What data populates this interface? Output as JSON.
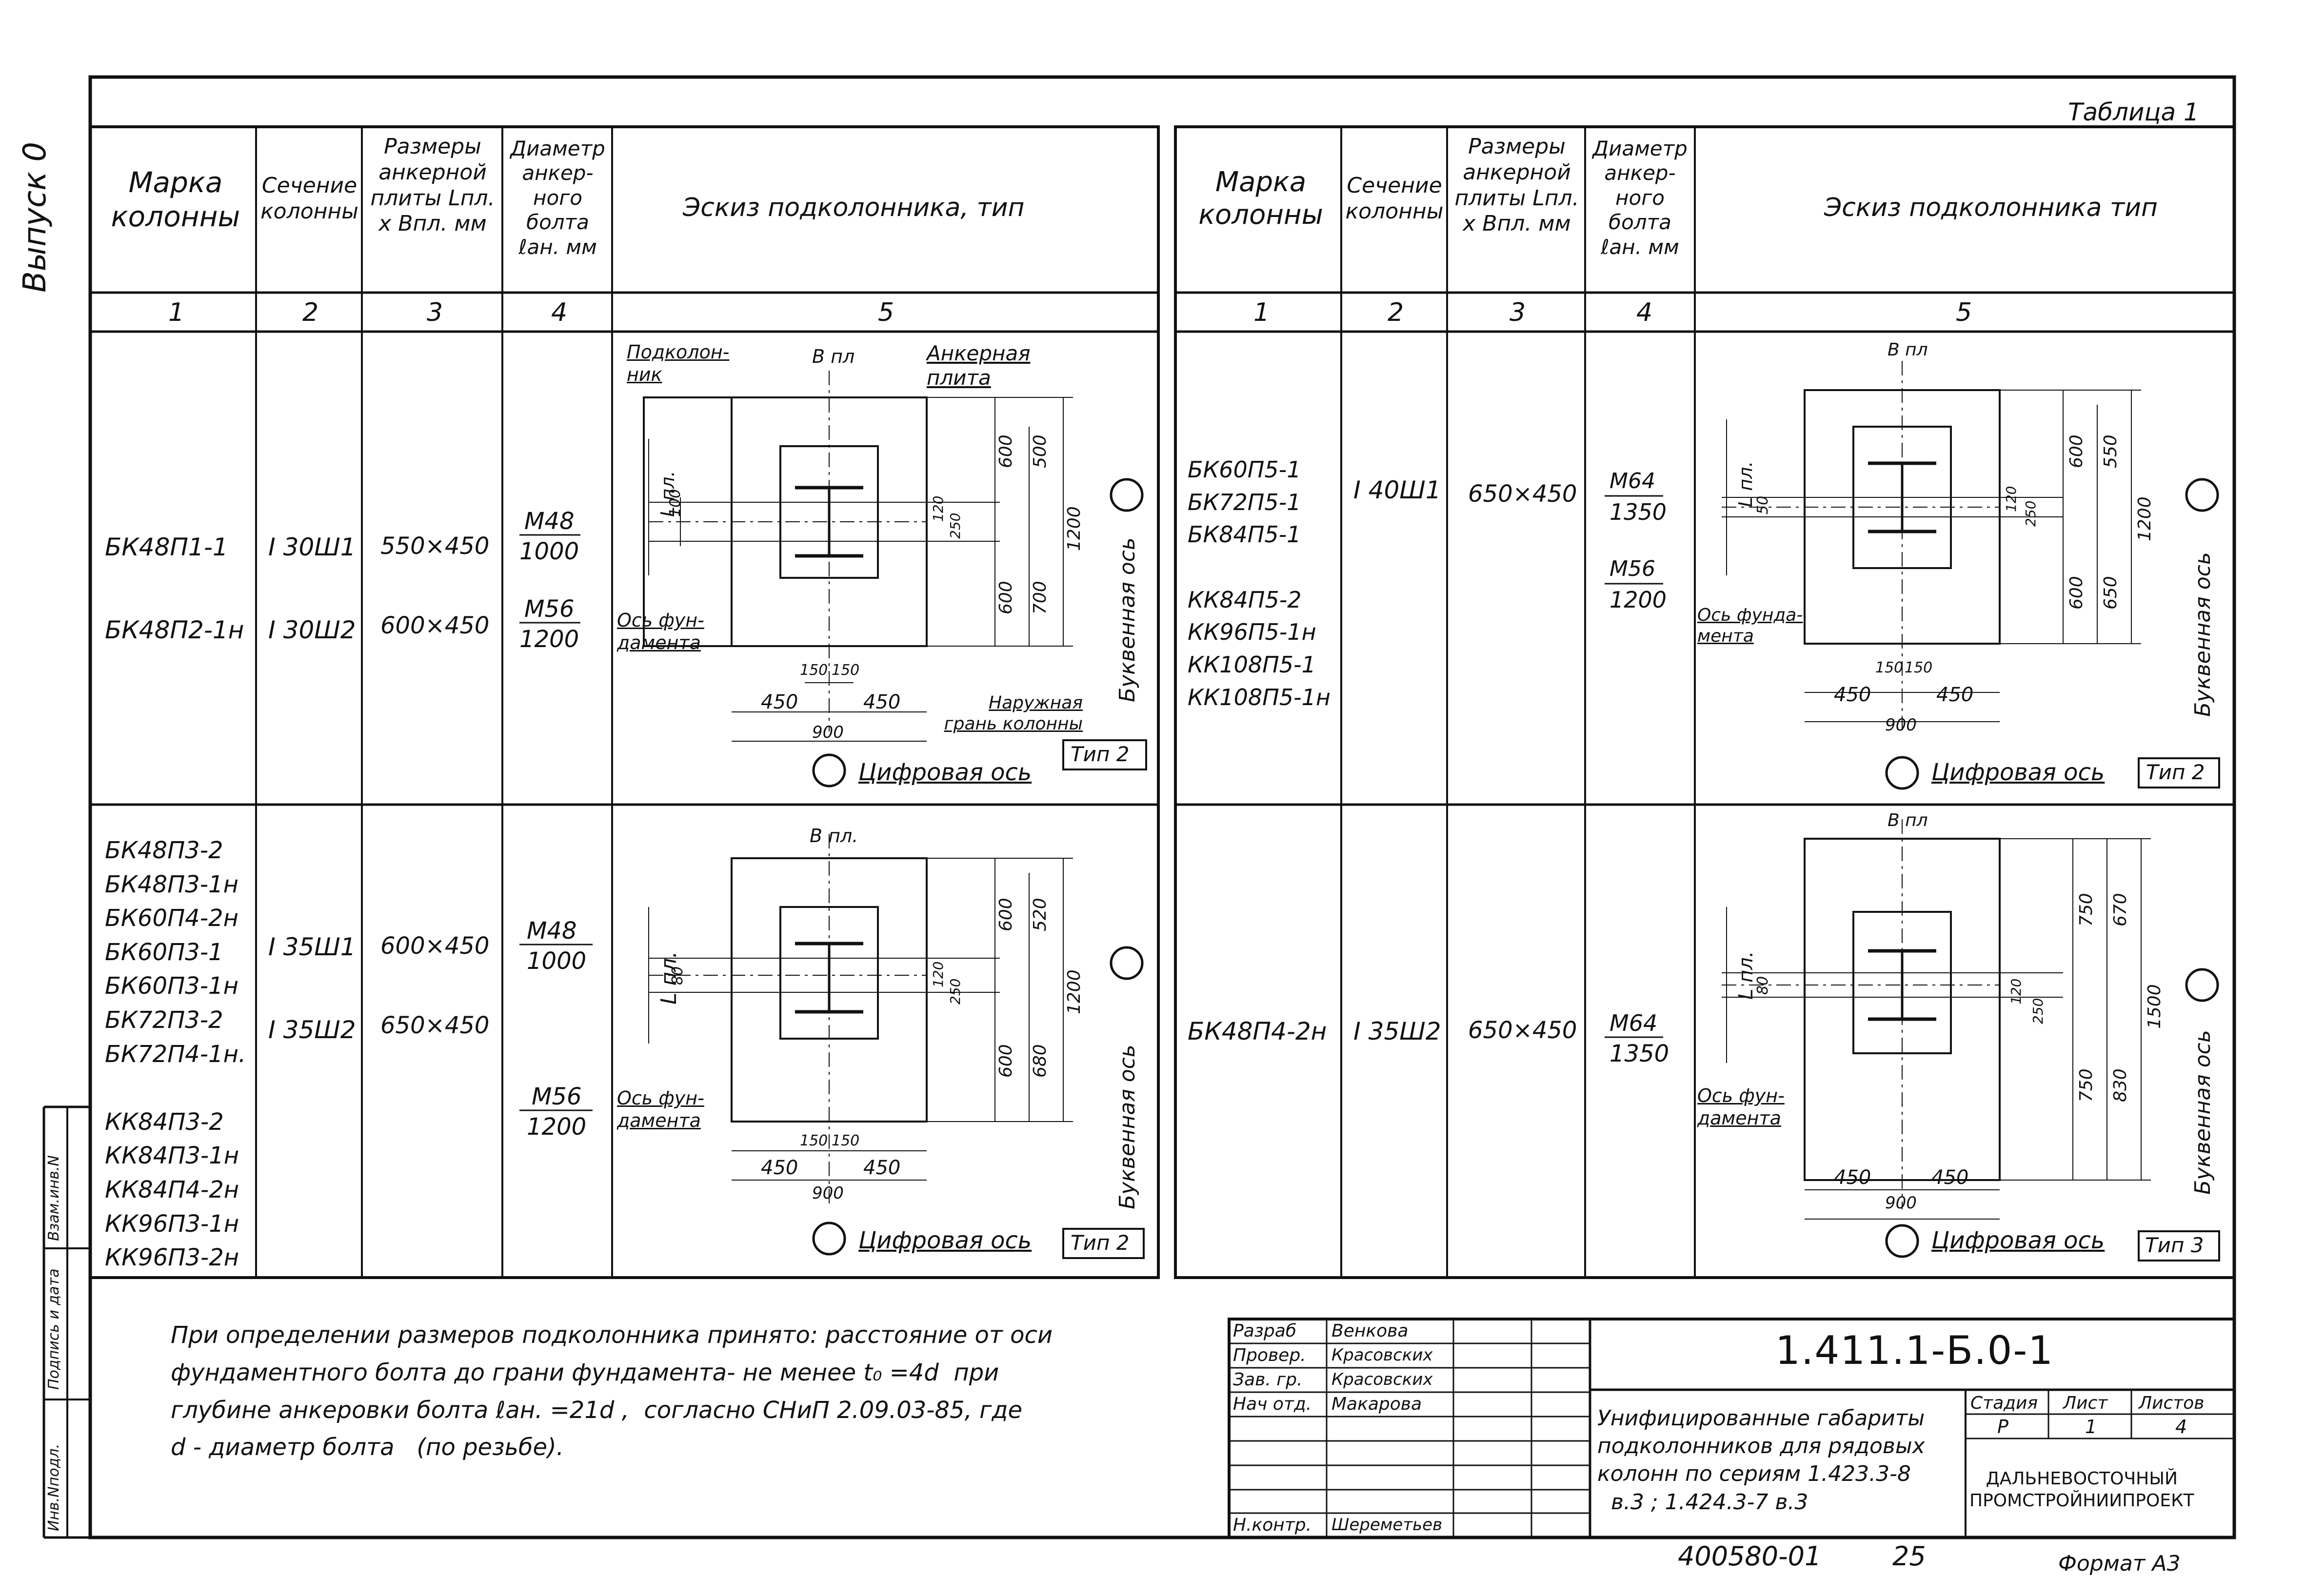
{
  "side": {
    "issue": "Выпуск 0",
    "stamp_labels": [
      "Инв.Nподл.",
      "Подпись и дата",
      "Взам.инв.N"
    ]
  },
  "table_title": "Таблица 1",
  "headers": {
    "col1": "Марка колонны",
    "col2": "Сечение колонны",
    "col3": "Размеры анкерной плиты Lпл. x Bпл. мм",
    "col4": "Диаметр анкер-ного болта ℓан. мм",
    "col5_left": "Эскиз подколонника, тип",
    "col5_right": "Эскиз подколонника тип",
    "nums": [
      "1",
      "2",
      "3",
      "4",
      "5"
    ]
  },
  "left_rows": [
    {
      "marks": "БК48П1-1\n\nБК48П2-1н",
      "sections": "I 30Ш1\n\nI 30Ш2",
      "plates": "550×450\n\n600×450",
      "bolt1_top": "М48",
      "bolt1_bot": "1000",
      "bolt2_top": "М56",
      "bolt2_bot": "1200",
      "sketch": {
        "b_label": "В пл",
        "l_label": "L пл.",
        "dist": "100",
        "top_dims": [
          "600",
          "500"
        ],
        "bot_dims": [
          "600",
          "700"
        ],
        "total": "1200",
        "inner": [
          "120",
          "250"
        ],
        "bottom": [
          "150",
          "150",
          "450",
          "450",
          "900"
        ],
        "podkol": "Подколон-ник",
        "plate": "Анкерная плита",
        "found_axis": "Ось фун-дамента",
        "face": "Наружная грань колонны",
        "letter_axis": "Буквенная ось",
        "digit_axis": "Цифровая ось",
        "type": "Тип 2"
      }
    },
    {
      "marks": "БК48П3-2\nБК48П3-1н\nБК60П4-2н\nБК60П3-1\nБК60П3-1н\nБК72П3-2\nБК72П4-1н.\n\nКК84П3-2\nКК84П3-1н\nКК84П4-2н\nКК96П3-1н\nКК96П3-2н",
      "sections": "I 35Ш1\n\nI 35Ш2",
      "plates": "600×450\n\n650×450",
      "bolt1_top": "М48",
      "bolt1_bot": "1000",
      "bolt2_top": "М56",
      "bolt2_bot": "1200",
      "sketch": {
        "b_label": "В пл.",
        "l_label": "L пл.",
        "dist": "80",
        "top_dims": [
          "600",
          "520"
        ],
        "bot_dims": [
          "600",
          "680"
        ],
        "total": "1200",
        "inner": [
          "120",
          "250"
        ],
        "bottom": [
          "150",
          "150",
          "450",
          "450",
          "900"
        ],
        "found_axis": "Ось фун-дамента",
        "letter_axis": "Буквенная ось",
        "digit_axis": "Цифровая ось",
        "type": "Тип 2"
      }
    }
  ],
  "right_rows": [
    {
      "marks": "БК60П5-1\nБК72П5-1\nБК84П5-1\n\nКК84П5-2\nКК96П5-1н\nКК108П5-1\nКК108П5-1н",
      "sections": "I 40Ш1",
      "plates": "650×450",
      "bolt1_top": "М64",
      "bolt1_bot": "1350",
      "bolt2_top": "М56",
      "bolt2_bot": "1200",
      "sketch": {
        "b_label": "В пл",
        "l_label": "L пл.",
        "dist": "50",
        "top_dims": [
          "600",
          "550"
        ],
        "bot_dims": [
          "600",
          "650"
        ],
        "total": "1200",
        "inner": [
          "120",
          "250"
        ],
        "bottom": [
          "150",
          "150",
          "450",
          "450",
          "900"
        ],
        "found_axis": "Ось фунда-мента",
        "letter_axis": "Буквенная ось",
        "digit_axis": "Цифровая ось",
        "type": "Тип 2"
      }
    },
    {
      "marks": "БК48П4-2н",
      "sections": "I 35Ш2",
      "plates": "650×450",
      "bolt1_top": "М64",
      "bolt1_bot": "1350",
      "sketch": {
        "b_label": "В пл",
        "l_label": "L пл.",
        "dist": "80",
        "top_dims": [
          "750",
          "670"
        ],
        "bot_dims": [
          "750",
          "830"
        ],
        "total": "1500",
        "inner": [
          "120",
          "250"
        ],
        "bottom": [
          "450",
          "450",
          "900"
        ],
        "found_axis": "Ось фун-дамента",
        "letter_axis": "Буквенная ось",
        "digit_axis": "Цифровая ось",
        "type": "Тип 3"
      }
    }
  ],
  "note": "При определении размеров подколонника принято: расстояние от оси\nфундаментного болта до грани фундамента- не менее t₀ =4d  при\nглубине анкеровки болта ℓан. =21d ,  согласно СНиП 2.09.03-85, где\nd - диаметр болта   (по резьбе).",
  "title_block": {
    "designation": "1.411.1-Б.0-1",
    "roles": [
      "Разраб",
      "Провер.",
      "Зав. гр.",
      "Нач отд.",
      "Н.контр."
    ],
    "names": [
      "Венкова",
      "Красовских",
      "Красовских",
      "Макарова",
      "Шереметьев"
    ],
    "title": "Унифицированные габариты\nподколонников для рядовых\nколонн по сериям 1.423.3-8\n  в.3 ; 1.424.3-7 в.3",
    "stage_head": [
      "Стадия",
      "Лист",
      "Листов"
    ],
    "stage_vals": [
      "Р",
      "1",
      "4"
    ],
    "org": "ДАЛЬНЕВОСТОЧНЫЙ\nПРОМСТРОЙНИИПРОЕКТ",
    "code": "400580-01",
    "page": "25",
    "format": "Формат А3"
  }
}
